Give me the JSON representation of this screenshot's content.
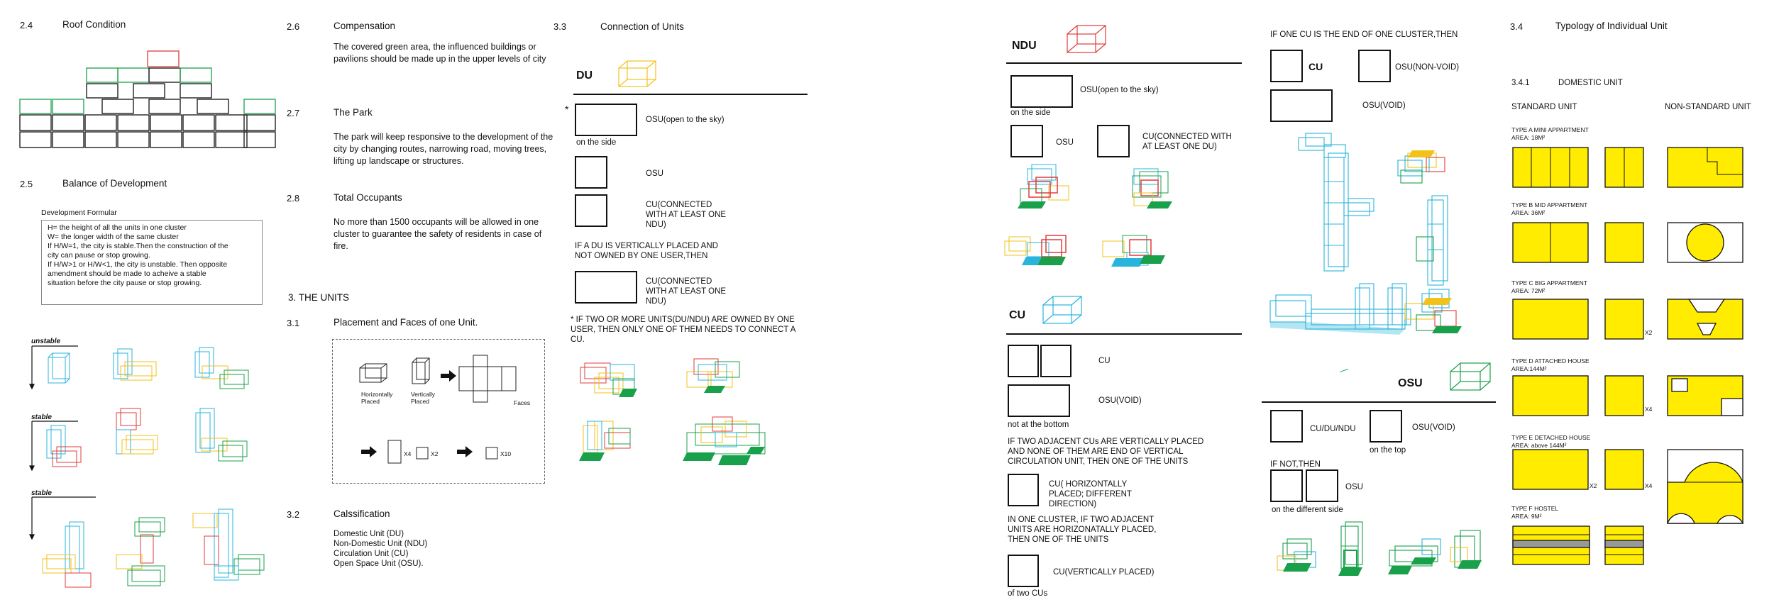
{
  "roof": {
    "num": "2.4",
    "title": "Roof Condition"
  },
  "balance": {
    "num": "2.5",
    "title": "Balance of Development",
    "formular_title": "Development Formular",
    "lines": [
      "H= the height of all the units in one cluster",
      "W= the longer width of the same cluster",
      "If H/W=1, the city is stable.Then the construction of the",
      "city can pause or stop growing.",
      "If H/W>1 or H/W<1, the city is unstable. Then opposite",
      "amendment should be made to acheive a stable",
      "situation before the city pause or stop growing."
    ],
    "stab_labels": [
      "unstable",
      "stable",
      "stable"
    ]
  },
  "compensation": {
    "num": "2.6",
    "title": "Compensation",
    "text": "The covered green area, the influenced buildings or pavilions should be made up in the upper levels of city"
  },
  "park": {
    "num": "2.7",
    "title": "The Park",
    "text": "The park will keep responsive to the development of the city by changing routes, narrowing road, moving trees, lifting up landscape or structures."
  },
  "occupants": {
    "num": "2.8",
    "title": "Total Occupants",
    "text": "No more than 1500 occupants will be allowed in one cluster to guarantee the safety of residents in case of fire."
  },
  "units": {
    "title": "3. THE UNITS"
  },
  "placement": {
    "num": "3.1",
    "title": "Placement and Faces of one Unit.",
    "horiz": "Horizontally Placed",
    "vert": "Vertically Placed",
    "faces": "Faces",
    "x6": "X4",
    "x2": "X2",
    "x10": "X10"
  },
  "classification": {
    "num": "3.2",
    "title": "Calssification",
    "items": [
      "Domestic Unit (DU)",
      "Non-Domestic Unit (NDU)",
      "Circulation Unit (CU)",
      "Open Space Unit (OSU)."
    ]
  },
  "connection": {
    "num": "3.3",
    "title": "Connection of Units",
    "du": "DU",
    "asterisk": "*",
    "osu_sky": "OSU(open to the sky)",
    "on_side": "on the side",
    "osu": "OSU",
    "cu_ndu": "CU(CONNECTED WITH AT LEAST ONE NDU)",
    "if_du": "IF A DU IS VERTICALLY PLACED AND NOT OWNED BY ONE USER,THEN",
    "cu_ndu2": "CU(CONNECTED WITH AT LEAST ONE NDU)",
    "note": "* IF TWO OR MORE UNITS(DU/NDU) ARE OWNED BY ONE USER, THEN ONLY ONE OF THEM NEEDS TO CONNECT A CU."
  },
  "ndu": {
    "hdr": "NDU",
    "osu_sky": "OSU(open to the sky)",
    "on_side": "on the side",
    "osu": "OSU",
    "cu_du": "CU(CONNECTED WITH AT LEAST ONE DU)"
  },
  "cu": {
    "hdr": "CU",
    "cu": "CU",
    "osu_void": "OSU(VOID)",
    "not_bottom": "not at the bottom",
    "if_two": "IF TWO ADJACENT CUs ARE VERTICALLY PLACED AND NONE OF THEM ARE END OF VERTICAL CIRCULATION UNIT, THEN ONE OF THE UNITS",
    "cu_horiz": "CU( HORIZONTALLY PLACED; DIFFERENT DIRECTION)",
    "in_one": "IN ONE CLUSTER, IF TWO ADJACENT UNITS ARE HORIZONATALLY PLACED, THEN ONE OF THE UNITS",
    "cu_vert": "CU(VERTICALLY PLACED)",
    "of_two": "of two CUs"
  },
  "cuend": {
    "if_one": "IF ONE CU IS THE END OF ONE CLUSTER,THEN",
    "cu": "CU",
    "osu_nonvoid": "OSU(NON-VOID)",
    "osu_void": "OSU(VOID)"
  },
  "osu": {
    "hdr": "OSU",
    "cu_du_ndu": "CU/DU/NDU",
    "osu_void": "OSU(VOID)",
    "on_top": "on the top",
    "if_not": "IF NOT,THEN",
    "osu": "OSU",
    "diff_side": "on the different side"
  },
  "typology": {
    "num": "3.4",
    "title": "Typology of Individual Unit",
    "sub_num": "3.4.1",
    "sub_title": "DOMESTIC UNIT",
    "standard": "STANDARD UNIT",
    "nonstandard": "NON-STANDARD UNIT",
    "types": [
      {
        "name": "TYPE A  MINI APPARTMENT",
        "area": "AREA: 18M²"
      },
      {
        "name": "TYPE B  MID APPARTMENT",
        "area": "AREA: 36M²"
      },
      {
        "name": "TYPE C  BIG APPARTMENT",
        "area": "AREA: 72M²"
      },
      {
        "name": "TYPE D  ATTACHED HOUSE",
        "area": "AREA:144M²"
      },
      {
        "name": "TYPE E  DETACHED HOUSE",
        "area": "AREA: above 144M²"
      },
      {
        "name": "TYPE F  HOSTEL",
        "area": "AREA: 9M²"
      }
    ],
    "x2": "X2",
    "x4": "X4"
  },
  "colors": {
    "green": "#19a04b",
    "red": "#e23b3b",
    "cyan": "#28b4dc",
    "yellow": "#f2c21b",
    "fill": "#ffec00"
  }
}
